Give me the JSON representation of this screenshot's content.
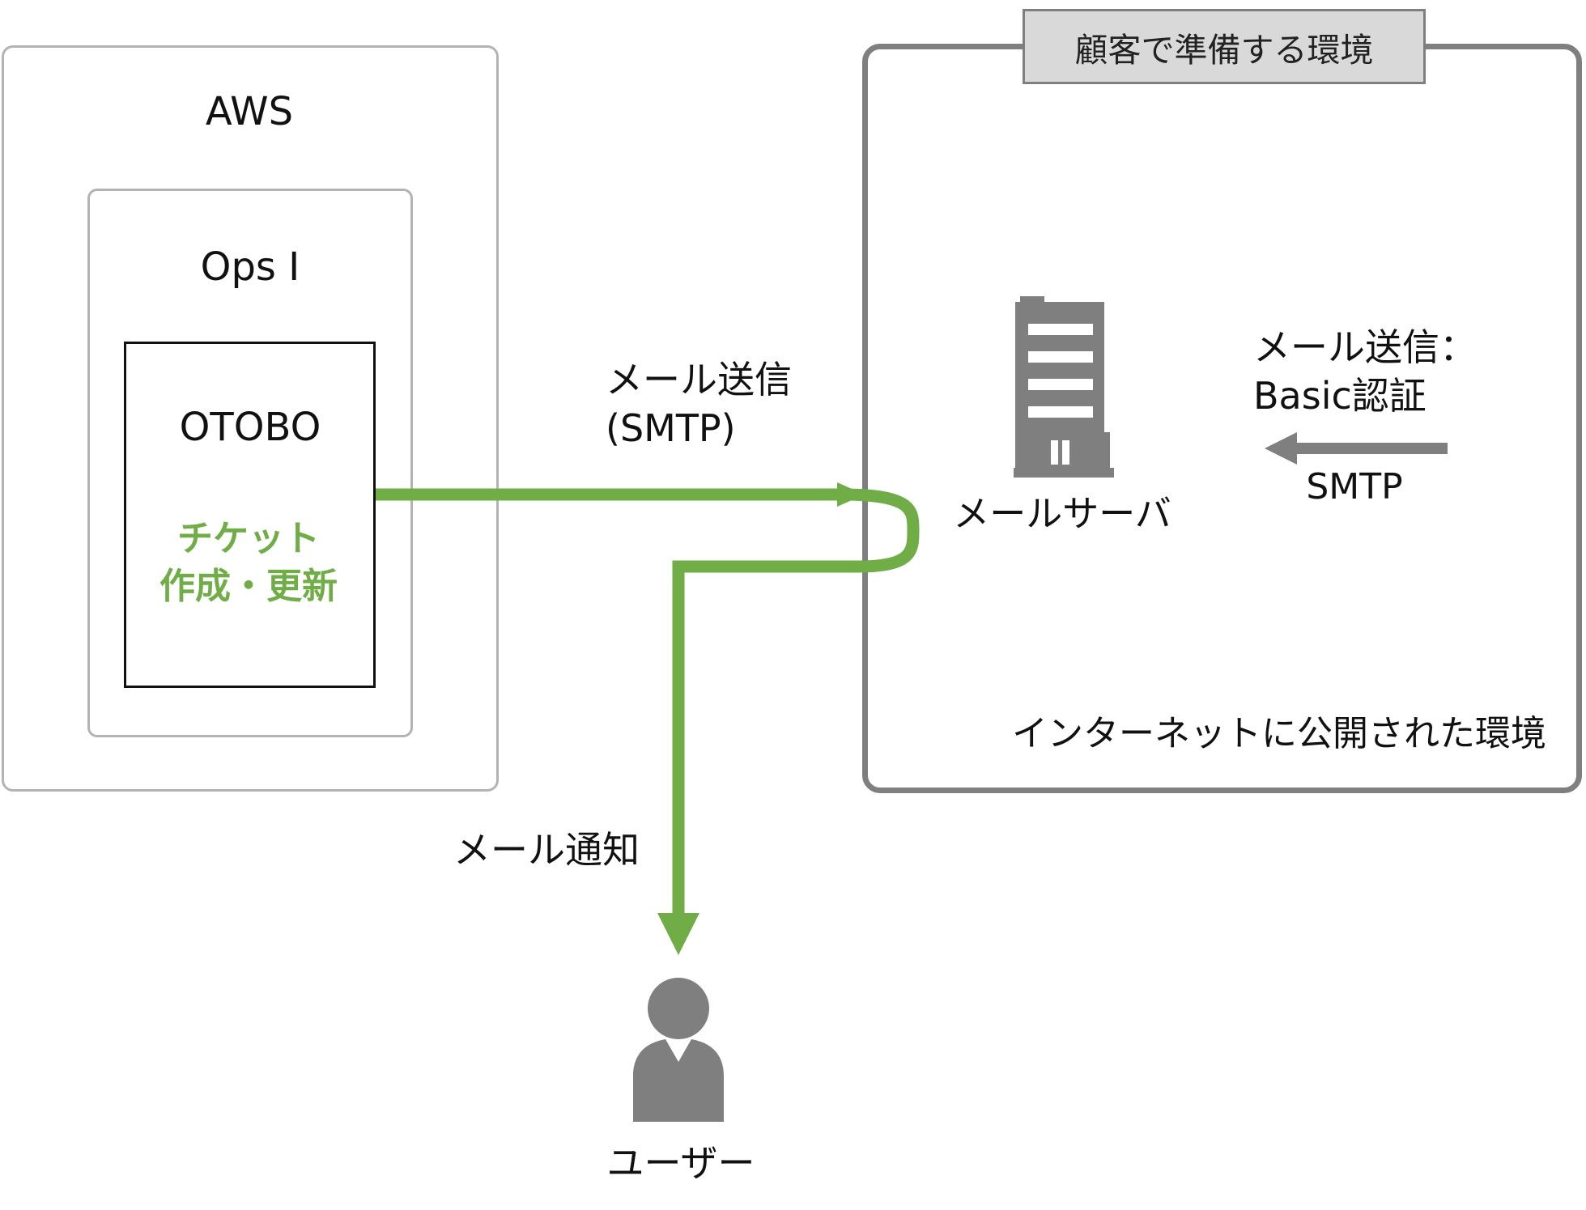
{
  "aws": {
    "label": "AWS"
  },
  "ops": {
    "label": "Ops I"
  },
  "otobo": {
    "label": "OTOBO",
    "action_line1": "チケット",
    "action_line2": "作成・更新"
  },
  "flow": {
    "send_line1": "メール送信",
    "send_line2": "(SMTP)",
    "notify": "メール通知"
  },
  "customer_env": {
    "title": "顧客で準備する環境",
    "mail_server": "メールサーバ",
    "basic_line1": "メール送信：",
    "basic_line2": "Basic認証",
    "smtp": "SMTP",
    "internet": "インターネットに公開された環境"
  },
  "user": {
    "label": "ユーザー"
  },
  "colors": {
    "green": "#70ad47",
    "gray": "#7f7f7f",
    "lightgray": "#b3b3b3",
    "tab": "#d9d9d9"
  },
  "icons": [
    "building-icon",
    "user-icon",
    "arrow-left-icon"
  ]
}
